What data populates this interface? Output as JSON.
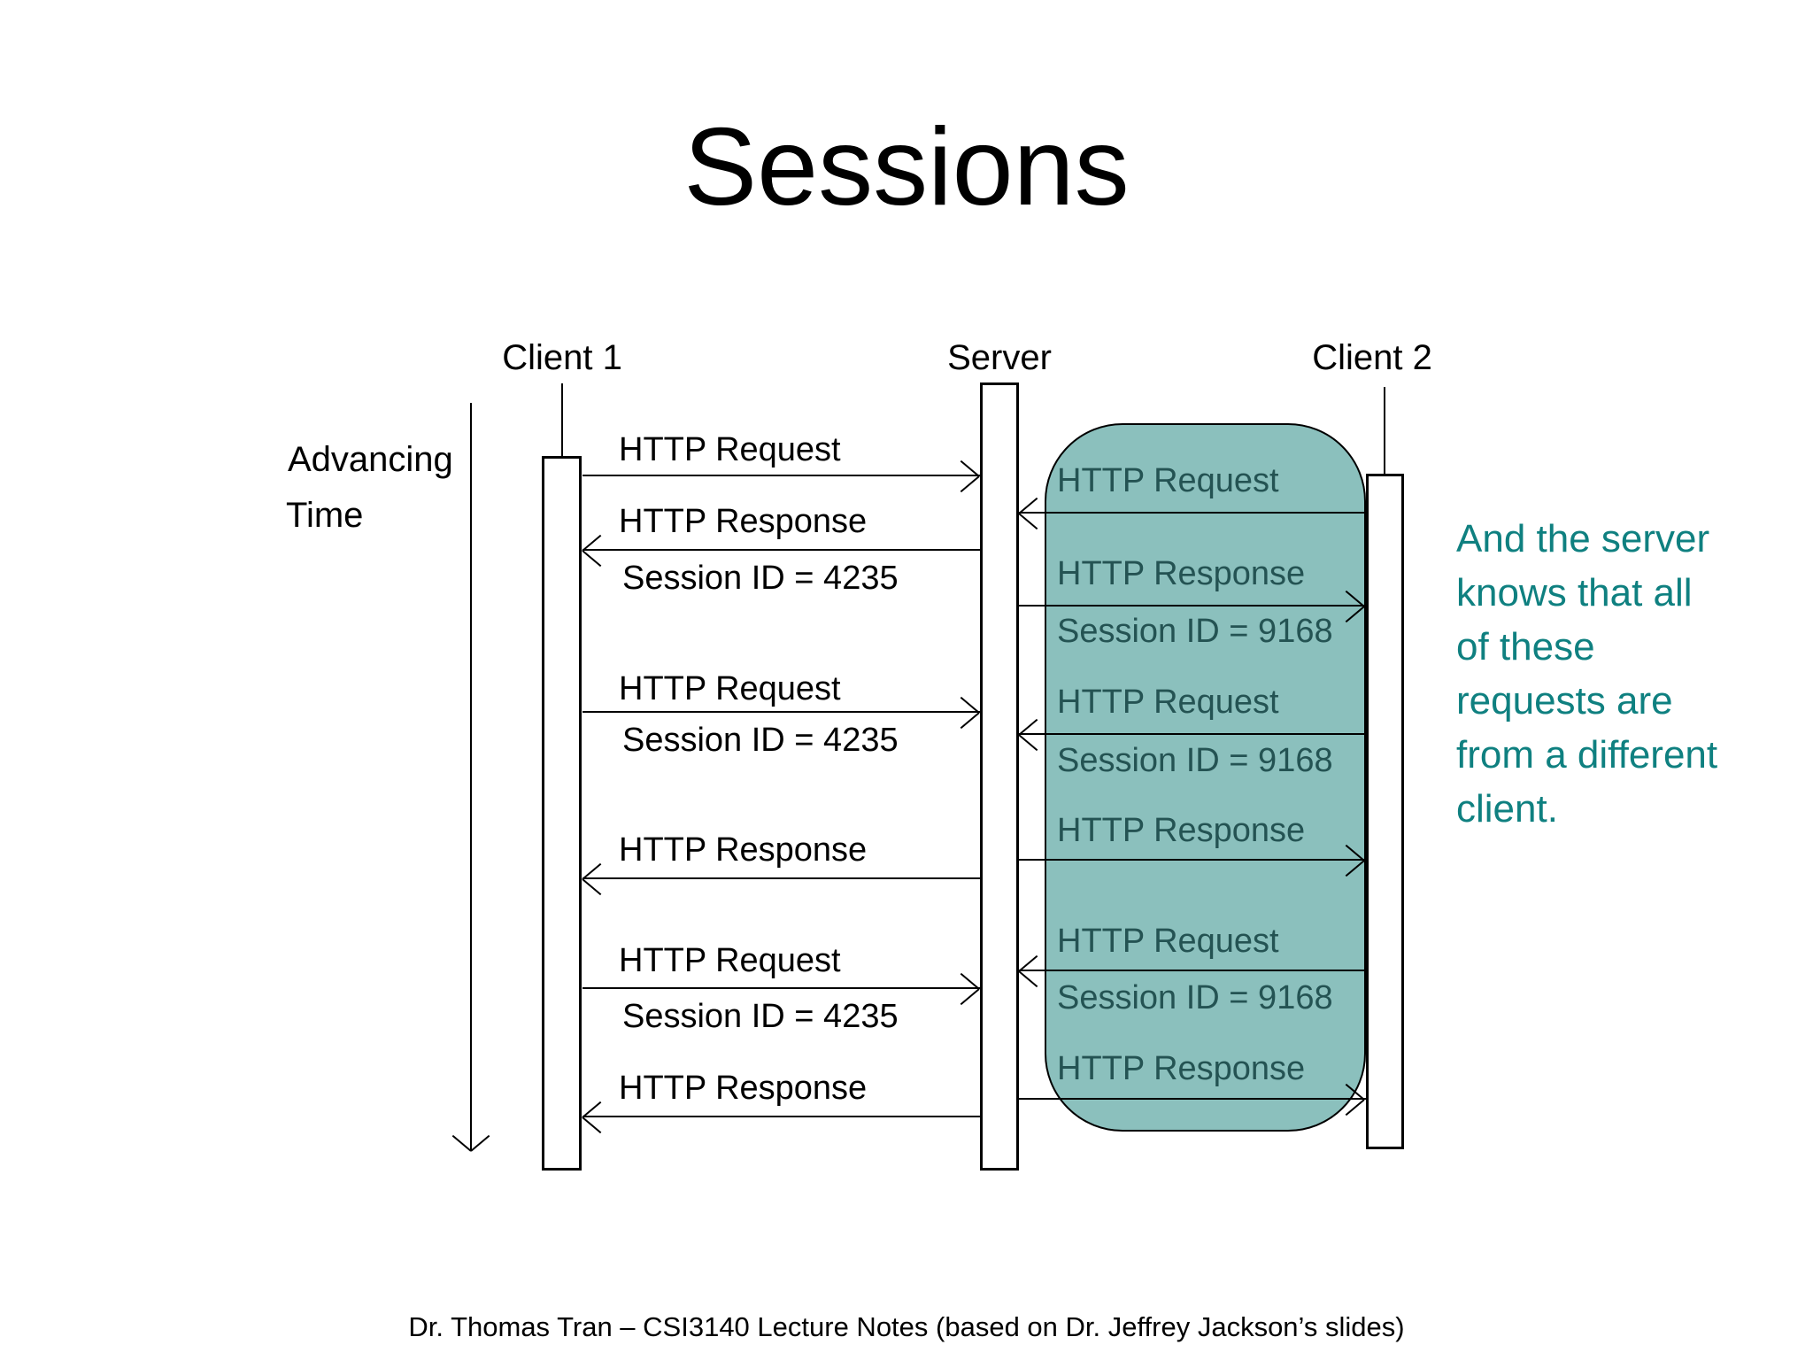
{
  "title": "Sessions",
  "time_axis": {
    "label_line1": "Advancing",
    "label_line2": "Time"
  },
  "lifelines": {
    "client1": "Client 1",
    "server": "Server",
    "client2": "Client 2"
  },
  "messages": {
    "left": [
      {
        "title": "HTTP Request"
      },
      {
        "title": "HTTP Response",
        "sub": "Session ID = 4235"
      },
      {
        "title": "HTTP Request",
        "sub": "Session ID = 4235"
      },
      {
        "title": "HTTP Response"
      },
      {
        "title": "HTTP Request",
        "sub": "Session ID = 4235"
      },
      {
        "title": "HTTP Response"
      }
    ],
    "right": [
      {
        "title": "HTTP Request"
      },
      {
        "title": "HTTP Response",
        "sub": "Session ID = 9168"
      },
      {
        "title": "HTTP Request",
        "sub": "Session ID = 9168"
      },
      {
        "title": "HTTP Response"
      },
      {
        "title": "HTTP Request",
        "sub": "Session ID = 9168"
      },
      {
        "title": "HTTP Response"
      }
    ]
  },
  "annotation": {
    "text": "And the server\nknows that all\nof these\nrequests are\nfrom a different\nclient."
  },
  "footer": "Dr. Thomas Tran – CSI3140 Lecture Notes (based on Dr. Jeffrey Jackson’s slides)",
  "colors": {
    "highlight_fill": "#8bc0bd",
    "highlight_text": "#245353",
    "annotation_text": "#0f8080",
    "line": "#000000"
  }
}
